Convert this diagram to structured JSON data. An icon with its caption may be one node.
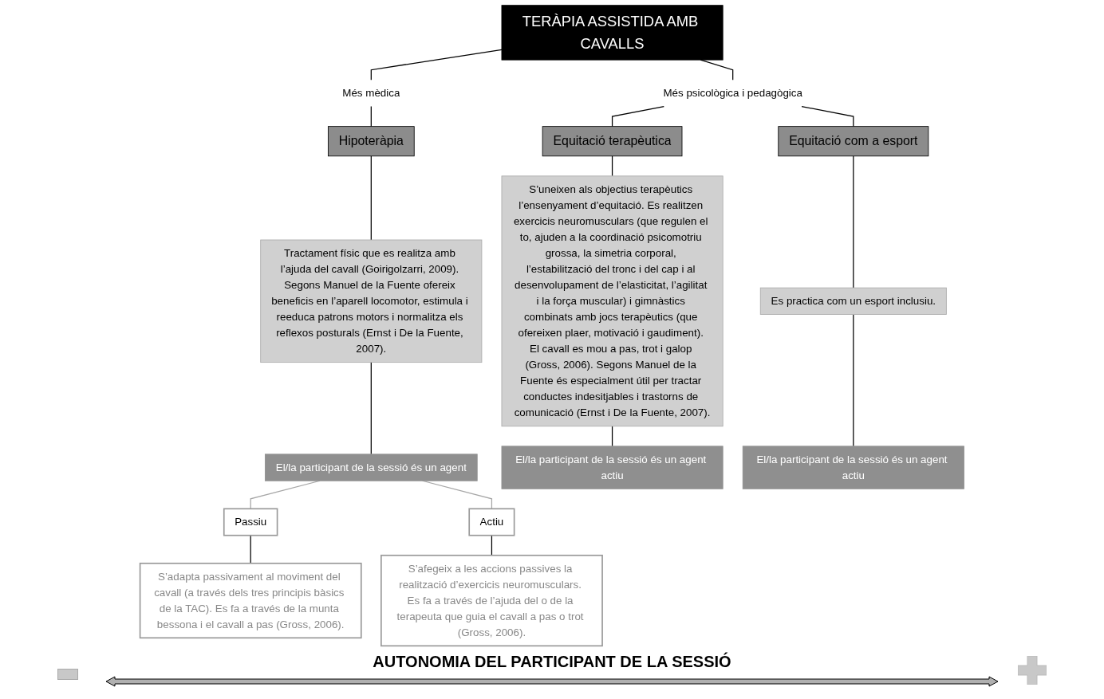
{
  "diagram": {
    "nodes": [
      {
        "text": [
          "TERÀPIA ASSISTIDA AMB CAVALLS"
        ]
      },
      {
        "text": [
          "Més mèdica"
        ]
      },
      {
        "text": [
          "Més psicològica i pedagògica"
        ]
      },
      {
        "text": [
          "Hipoteràpia"
        ]
      },
      {
        "text": [
          "Equitació terapèutica"
        ]
      },
      {
        "text": [
          "Equitació com a esport"
        ]
      },
      {
        "text": [
          "Tractament físic que es realitza amb l’ajuda del cavall (Goirigolzarri, 2009). Segons Manuel de la Fuente ofereix beneficis en l’aparell locomotor, estimula i reeduca patrons motors i normalitza els reflexos posturals (Ernst i De la Fuente, 2007)."
        ]
      },
      {
        "text": [
          "El/la participant de la sessió és un agent"
        ]
      },
      {
        "text": [
          "Passiu"
        ]
      },
      {
        "text": [
          "Actiu"
        ]
      },
      {
        "text": [
          "S’adapta passivament al moviment del cavall (a través dels tres principis bàsics de la TAC). Es fa a través de la munta bessona i el cavall a pas (Gross, 2006)."
        ]
      },
      {
        "text": [
          "S’afegeix a les accions passives la realització d’exercicis neuromusculars. Es fa a través de l’ajuda del o de la terapeuta que guia el cavall a pas o trot (Gross, 2006)."
        ]
      },
      {
        "text": [
          "S’uneixen als objectius terapèutics l’ensenyament d’equitació. Es realitzen exercicis neuromusculars (que regulen el to, ajuden a la coordinació psicomotriu grossa, la simetria corporal, l’estabilització del tronc i del cap i al desenvolupament de l’elasticitat, l’agilitat i la força muscular) i gimnàstics combinats amb jocs terapèutics (que ofereixen plaer, motivació i gaudiment). El cavall es mou a pas, trot i galop (Gross, 2006). Segons Manuel de la Fuente és especialment útil per tractar conductes indesitjables i trastorns de comunicació (Ernst i De la Fuente, 2007)."
        ]
      },
      {
        "text": [
          "El/la participant de la sessió és un agent actiu"
        ]
      },
      {
        "text": [
          "Es practica com un esport inclusiu."
        ]
      },
      {
        "text": [
          "El/la participant de la sessió és un agent actiu"
        ]
      }
    ],
    "edges": [
      {
        "from": 0,
        "to": 1,
        "arrow": "none"
      },
      {
        "from": 1,
        "to": 3,
        "arrow": "none"
      },
      {
        "from": 0,
        "to": 2,
        "arrow": "none"
      },
      {
        "from": 2,
        "to": 4,
        "arrow": "none"
      },
      {
        "from": 2,
        "to": 5,
        "arrow": "none"
      },
      {
        "from": 3,
        "to": 6,
        "arrow": "none"
      },
      {
        "from": 6,
        "to": 7,
        "arrow": "none"
      },
      {
        "from": 7,
        "to": 8,
        "arrow": "none",
        "color": "#a6a6a6"
      },
      {
        "from": 7,
        "to": 9,
        "arrow": "none",
        "color": "#a6a6a6"
      },
      {
        "from": 8,
        "to": 10,
        "arrow": "none"
      },
      {
        "from": 9,
        "to": 11,
        "arrow": "none"
      },
      {
        "from": 4,
        "to": 12,
        "arrow": "none"
      },
      {
        "from": 12,
        "to": 13,
        "arrow": "none"
      },
      {
        "from": 5,
        "to": 14,
        "arrow": "none"
      },
      {
        "from": 14,
        "to": 15,
        "arrow": "none"
      }
    ],
    "labels": [
      "AUTONOMIA DEL PARTICIPANT DE LA SESSIÓ"
    ]
  }
}
